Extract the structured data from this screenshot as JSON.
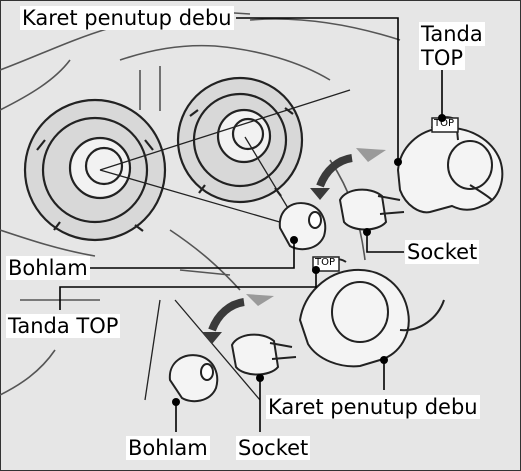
{
  "labels": {
    "dust_cover_top": "Karet penutup debu",
    "top_mark_word": "Tanda",
    "top_mark_top": "TOP",
    "socket_upper": "Socket",
    "bulb_left": "Bohlam",
    "top_mark_left": "Tanda TOP",
    "dust_cover_bottom": "Karet penutup debu",
    "bulb_bottom": "Bohlam",
    "socket_bottom": "Socket"
  },
  "tags": {
    "upper_cover": "TOP",
    "lower_cover": "TOP"
  },
  "colors": {
    "background_photo": "#e6e6e6",
    "line_art": "#2a2a2a",
    "arrow_fill": "#3a3a3a",
    "arrow_grey": "#9a9a9a",
    "label_bg": "#ffffff"
  }
}
